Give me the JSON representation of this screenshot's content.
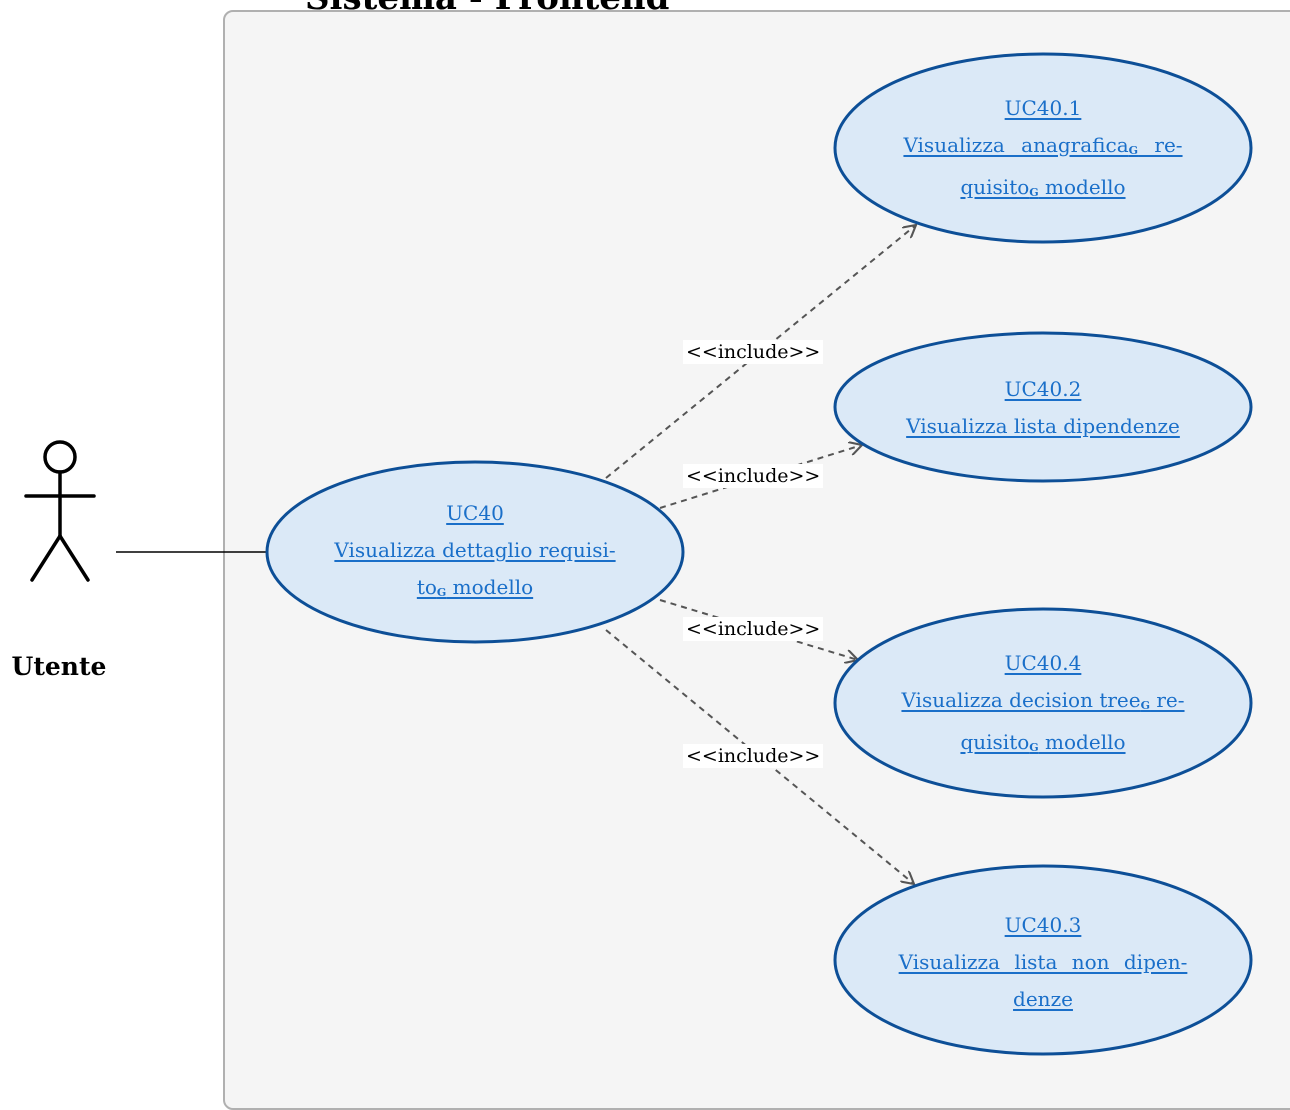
{
  "system": {
    "title": "Sistema - Frontend"
  },
  "actor": {
    "name": "Utente",
    "icon": "stick-figure-icon"
  },
  "use_cases": {
    "main": {
      "id": "UC40",
      "line1": "Visualizza dettaglio requisi-",
      "line2_pre": "to",
      "line2_sub": "G",
      "line2_post": " modello"
    },
    "uc40_1": {
      "id": "UC40.1",
      "line1_pre": "Visualizza anagrafica",
      "line1_sub": "G",
      "line1_post": " re-",
      "line2_pre": "quisito",
      "line2_sub": "G",
      "line2_post": " modello"
    },
    "uc40_2": {
      "id": "UC40.2",
      "line1": "Visualizza lista dipendenze"
    },
    "uc40_4": {
      "id": "UC40.4",
      "line1_pre": "Visualizza decision tree",
      "line1_sub": "G",
      "line1_post": " re-",
      "line2_pre": "quisito",
      "line2_sub": "G",
      "line2_post": " modello"
    },
    "uc40_3": {
      "id": "UC40.3",
      "line1": "Visualizza lista non dipen-",
      "line2": "denze"
    }
  },
  "relations": {
    "include_label": "<<include>>"
  },
  "colors": {
    "ellipse_fill": "#dbe9f7",
    "ellipse_stroke": "#0d4f97",
    "link_text": "#1a6fc9",
    "system_bg": "#f5f5f5",
    "dashed_line": "#555555"
  }
}
